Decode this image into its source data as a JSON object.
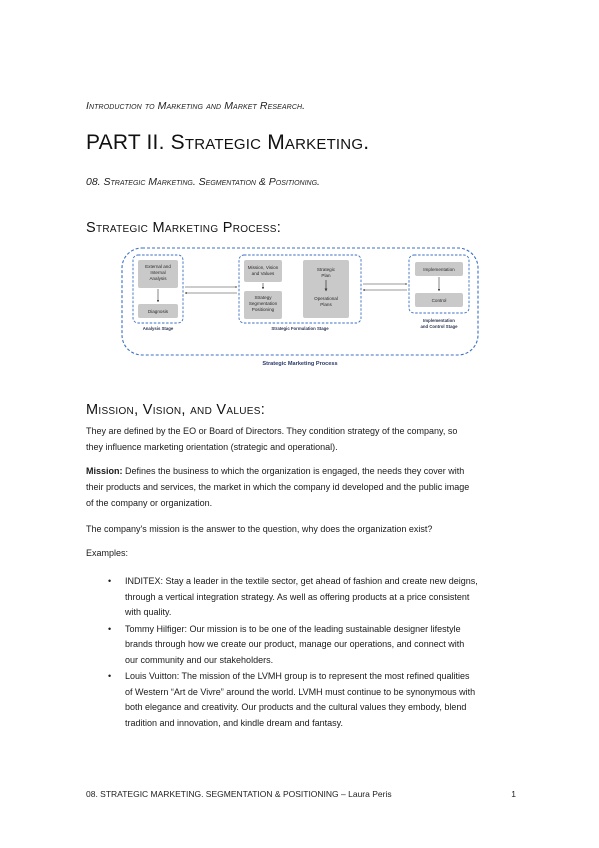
{
  "header": {
    "course": "Introduction to Marketing and Market Research.",
    "part_title": "PART II. Strategic Marketing.",
    "unit_title": "08. Strategic Marketing. Segmentation & Positioning."
  },
  "process_section": {
    "heading": "Strategic Marketing Process:"
  },
  "diagram": {
    "boxes": {
      "external": [
        "External and",
        "Internal",
        "Analysis"
      ],
      "diagnosis": [
        "Diagnosis"
      ],
      "mission": [
        "Mission, Vision",
        "and Values"
      ],
      "strategy": [
        "Strategy",
        "Segmentation",
        "Positioning"
      ],
      "strategic_plan": [
        "Strategic",
        "Plan"
      ],
      "operational_plans": [
        "Operational",
        "Plans"
      ],
      "implementation": [
        "Implementation"
      ],
      "control": [
        "Control"
      ]
    },
    "stage_labels": {
      "analysis": "Analysis Stage",
      "formulation": "Strategic Formulation Stage",
      "implementation": [
        "Implementation",
        "and Control Stage"
      ]
    },
    "title": "Strategic Marketing Process",
    "colors": {
      "box_fill": "#c9c9c9",
      "dash": "#3a6fc4",
      "title": "#2a3a6a"
    }
  },
  "mission_section": {
    "heading": "Mission, Vision, and Values:",
    "intro_line1": "They are defined by the EO or Board of Directors. They condition strategy of the company, so",
    "intro_line2": "they influence marketing orientation (strategic and operational).",
    "mission_label": "Mission:",
    "mission_line1": " Defines the business to which the organization is engaged, the needs they cover with",
    "mission_line2": "their products and services, the market in which the company id developed and the public image",
    "mission_line3": "of the company or organization.",
    "question": "The company's mission is the answer to the question, why does the organization exist?",
    "examples_label": "Examples:",
    "bullet_char": "•",
    "examples": [
      [
        "INDITEX: Stay a leader in the textile sector, get ahead of fashion and create new deigns,",
        "through a vertical integration strategy. As well as offering products at a price consistent",
        "with quality."
      ],
      [
        "Tommy Hilfiger: Our mission is to be one of the leading sustainable designer lifestyle",
        "brands through how we create our product, manage our operations, and connect with",
        "our community and our stakeholders."
      ],
      [
        "Louis Vuitton: The mission of the LVMH group is to represent the most refined qualities",
        "of Western “Art de Vivre” around the world. LVMH must continue to be synonymous with",
        "both elegance and creativity. Our products and the cultural values they embody, blend",
        "tradition and innovation, and kindle dream and fantasy."
      ]
    ]
  },
  "footer": {
    "text": "08. STRATEGIC MARKETING. SEGMENTATION & POSITIONING – Laura Peris",
    "page_number": "1"
  }
}
